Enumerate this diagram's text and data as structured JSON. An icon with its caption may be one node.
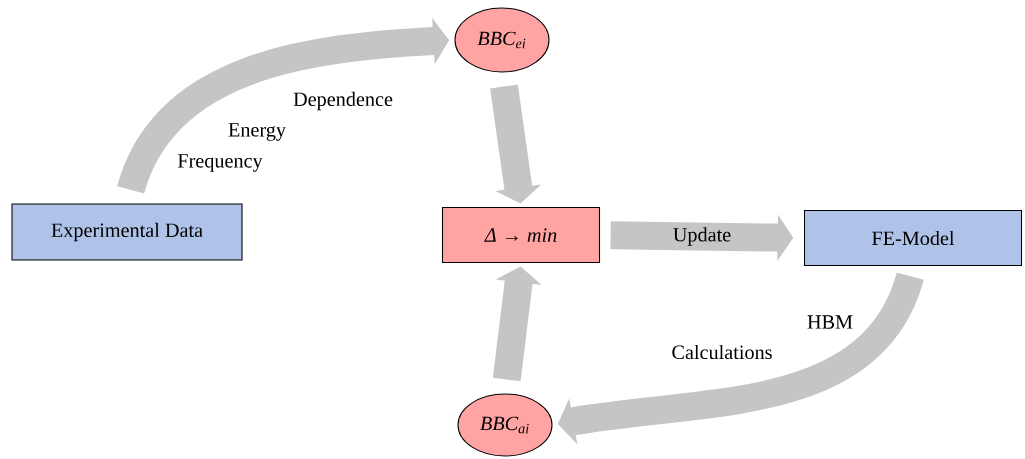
{
  "diagram": {
    "nodes": [
      {
        "text": [
          "BBC$_{ei}$"
        ]
      },
      {
        "text": [
          "Experimental Data"
        ]
      },
      {
        "text": [
          "Δ → min"
        ]
      },
      {
        "text": [
          "FE-Model"
        ]
      },
      {
        "text": [
          "BBC$_{ai}$"
        ]
      }
    ],
    "edges": [
      {
        "from": 1,
        "to": 0,
        "arrow": "to"
      },
      {
        "from": 0,
        "to": 2,
        "arrow": "to"
      },
      {
        "from": 4,
        "to": 2,
        "arrow": "to"
      },
      {
        "from": 2,
        "to": 3,
        "arrow": "to",
        "label": "Update"
      },
      {
        "from": 3,
        "to": 4,
        "arrow": "to"
      }
    ],
    "labels": [
      "Dependence",
      "Energy",
      "Frequency",
      "HBM",
      "Calculations"
    ]
  }
}
